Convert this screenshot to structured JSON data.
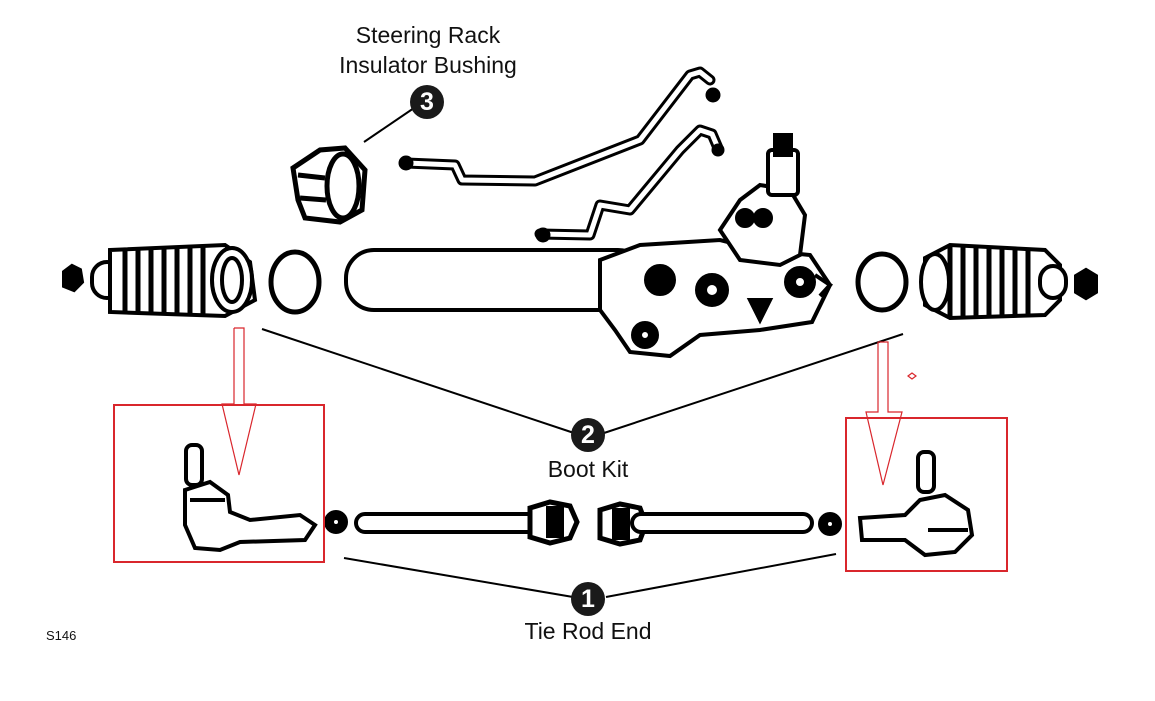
{
  "callouts": [
    {
      "number": "3",
      "label_lines": [
        "Steering Rack",
        "Insulator Bushing"
      ]
    },
    {
      "number": "2",
      "label_lines": [
        "Boot Kit"
      ]
    },
    {
      "number": "1",
      "label_lines": [
        "Tie Rod End"
      ]
    }
  ],
  "figure_code": "S146",
  "colors": {
    "line_art": "#000000",
    "highlight_box": "#d9262c",
    "highlight_arrow": "#d9262c",
    "badge_fill": "#1a1a1a"
  },
  "icons": [
    "steering-rack-illustration",
    "hydraulic-line-icon",
    "bellows-boot-icon",
    "insulator-bushing-icon",
    "tie-rod-end-icon",
    "inner-tie-rod-icon",
    "down-arrow-icon"
  ]
}
